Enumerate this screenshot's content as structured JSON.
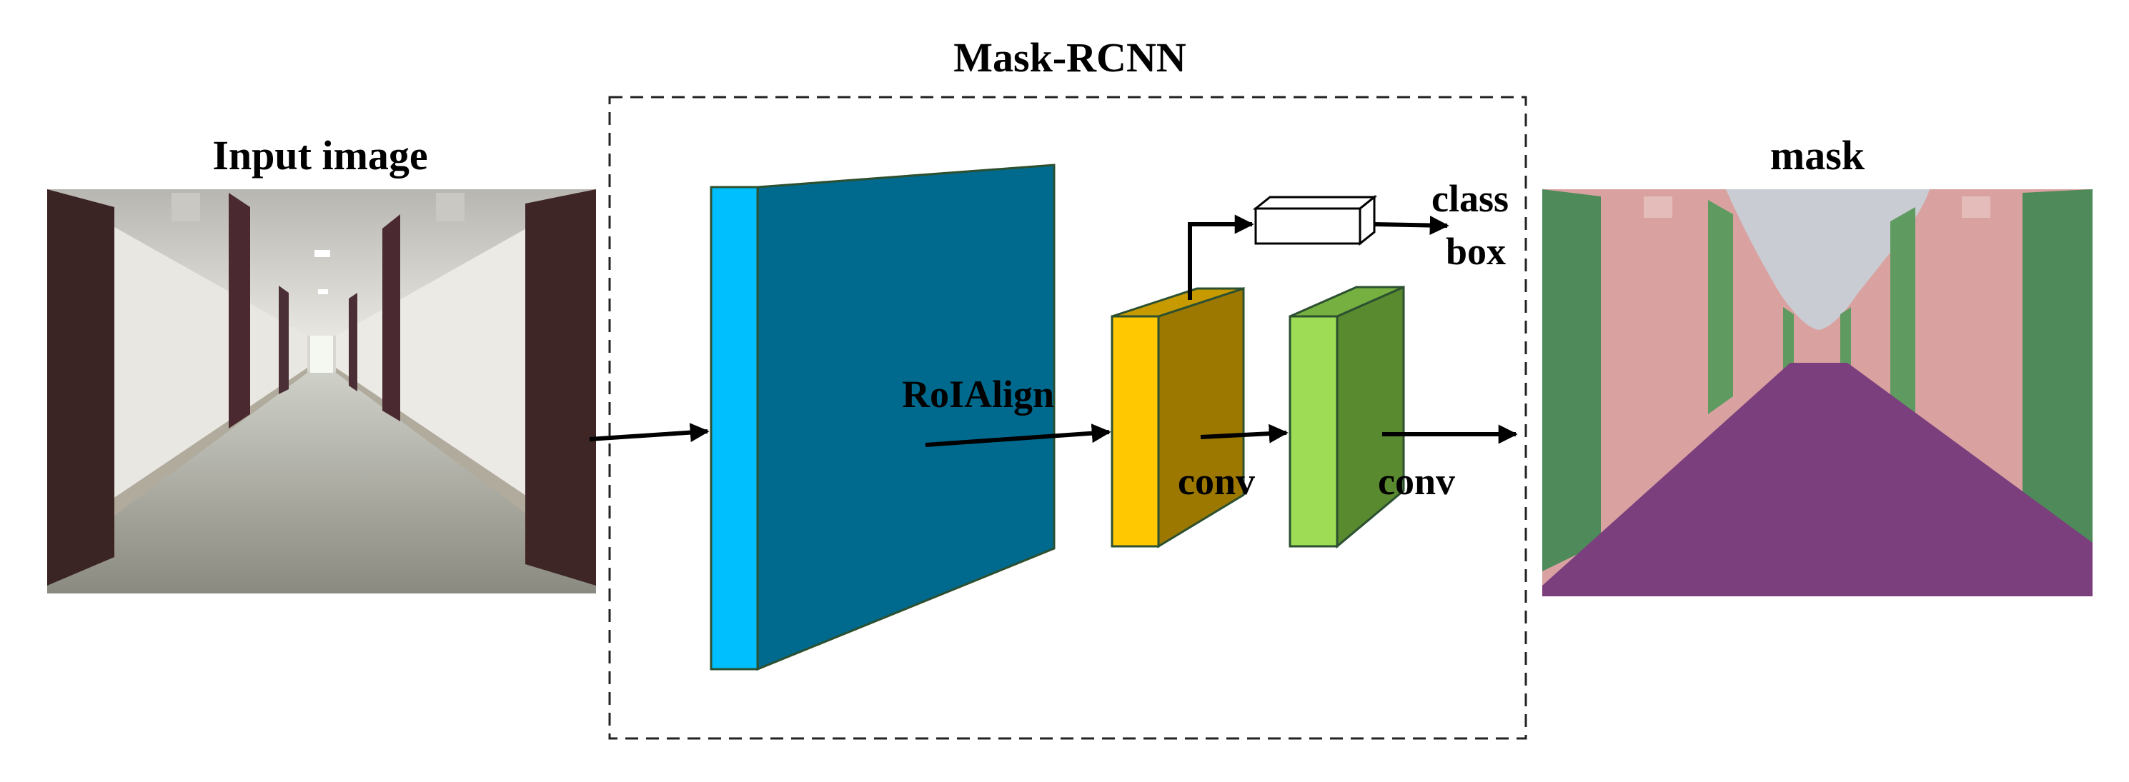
{
  "diagram": {
    "title": "Mask-RCNN",
    "input_label": "Input image",
    "output_label": "mask",
    "roialign_label": "RoIAlign",
    "conv_label_1": "conv",
    "conv_label_2": "conv",
    "head_label_class": "class",
    "head_label_box": "box"
  },
  "colors": {
    "backbone_front": "#00BFFF",
    "backbone_side": "#006A8E",
    "conv1_front": "#FFC800",
    "conv1_side": "#9C7800",
    "conv2_front": "#9EDC55",
    "conv2_side": "#5A8A30",
    "mask_wall": "#D9A2A0",
    "mask_door": "#4E8A5A",
    "mask_floor": "#7C3F7E",
    "mask_ceiling": "#C9CCD2"
  },
  "icons": {
    "input_photo": "corridor-photo-icon",
    "output_photo": "segmentation-mask-icon"
  }
}
